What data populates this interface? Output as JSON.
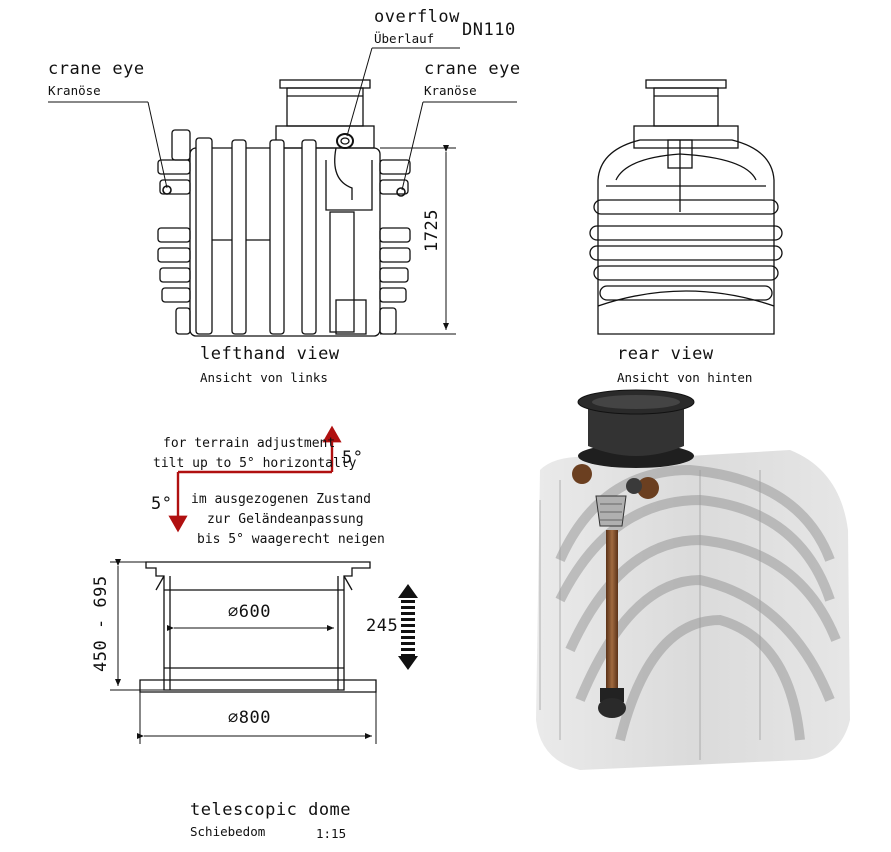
{
  "labels": {
    "overflow_en": "overflow",
    "overflow_de": "Überlauf",
    "dn": "DN110",
    "crane_left_en": "crane eye",
    "crane_left_de": "Kranöse",
    "crane_right_en": "crane eye",
    "crane_right_de": "Kranöse",
    "height_dim": "1725",
    "left_view_en": "lefthand view",
    "left_view_de": "Ansicht von links",
    "rear_view_en": "rear view",
    "rear_view_de": "Ansicht von hinten",
    "terrain_en_1": "for terrain adjustment",
    "terrain_en_2": "tilt up to 5° horizontally",
    "angle_right": "5°",
    "angle_left": "5°",
    "terrain_de_1": "im ausgezogenen Zustand",
    "terrain_de_2": "zur Geländeanpassung",
    "terrain_de_3": "bis 5° waagerecht neigen",
    "dim_height_range": "450 - 695",
    "dim_inner": "⌀600",
    "dim_stroke": "245",
    "dim_outer": "⌀800",
    "dome_en": "telescopic dome",
    "dome_de": "Schiebedom",
    "scale": "1:15"
  },
  "colors": {
    "line": "#111111",
    "arrow_red": "#b01010",
    "tank_grey": "#c9c9c9",
    "dome_black": "#2a2a2a",
    "pipe_brown": "#7a4a2a"
  }
}
